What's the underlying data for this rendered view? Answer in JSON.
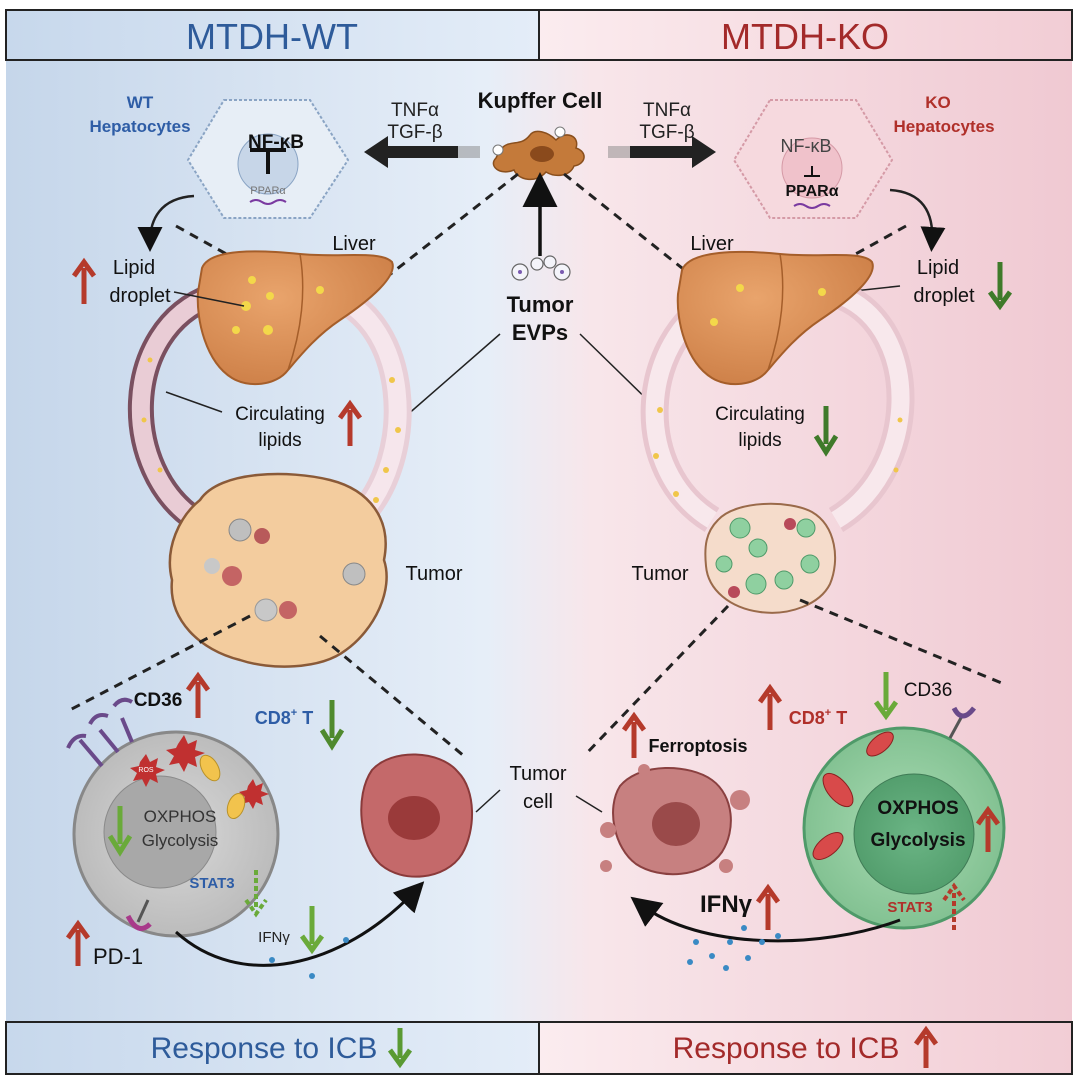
{
  "header": {
    "wt_title": "MTDH-WT",
    "ko_title": "MTDH-KO"
  },
  "footer": {
    "wt_response": "Response to ICB",
    "ko_response": "Response to ICB"
  },
  "center": {
    "kupffer": "Kupffer Cell",
    "tumor_evps_1": "Tumor",
    "tumor_evps_2": "EVPs",
    "tumor_cell_1": "Tumor",
    "tumor_cell_2": "cell"
  },
  "wt": {
    "hepatocytes_1": "WT",
    "hepatocytes_2": "Hepatocytes",
    "nfkb": "NF-κB",
    "ppara": "PPARα",
    "cytokine_1": "TNFα",
    "cytokine_2": "TGF-β",
    "liver": "Liver",
    "lipid_1": "Lipid",
    "lipid_2": "droplet",
    "circ_1": "Circulating",
    "circ_2": "lipids",
    "tumor": "Tumor",
    "cd36": "CD36",
    "cd8_base": "CD8",
    "cd8_sup": "+",
    "cd8_tail": " T",
    "ros": "ROS",
    "oxphos": "OXPHOS",
    "glycolysis": "Glycolysis",
    "stat3": "STAT3",
    "ifng": "IFNγ",
    "pd1": "PD-1"
  },
  "ko": {
    "hepatocytes_1": "KO",
    "hepatocytes_2": "Hepatocytes",
    "nfkb": "NF-κB",
    "ppara": "PPARα",
    "cytokine_1": "TNFα",
    "cytokine_2": "TGF-β",
    "liver": "Liver",
    "lipid_1": "Lipid",
    "lipid_2": "droplet",
    "circ_1": "Circulating",
    "circ_2": "lipids",
    "tumor": "Tumor",
    "ferroptosis": "Ferroptosis",
    "cd36": "CD36",
    "cd8_base": "CD8",
    "cd8_sup": "+",
    "cd8_tail": " T",
    "oxphos": "OXPHOS",
    "glycolysis": "Glycolysis",
    "stat3": "STAT3",
    "ifng": "IFNγ"
  },
  "colors": {
    "wt_title": "#2e5b9a",
    "ko_title": "#a32a2a",
    "wt_blue_text": "#2e5da6",
    "ko_red_text": "#b0302a",
    "up_arrow": "#b53a2b",
    "down_arrow": "#4f8a2e",
    "liver": "#d98b52",
    "tumor_cell": "#c4696a",
    "t_cell_wt": "#c9c9c9",
    "t_cell_ko": "#8cc79a"
  },
  "icons": [
    "nfkb-inhibits-ppara",
    "kupffer-cell",
    "liver",
    "tumor-mass",
    "t-cell",
    "mitochondria",
    "ros-burst",
    "receptor",
    "extracellular-vesicle"
  ]
}
